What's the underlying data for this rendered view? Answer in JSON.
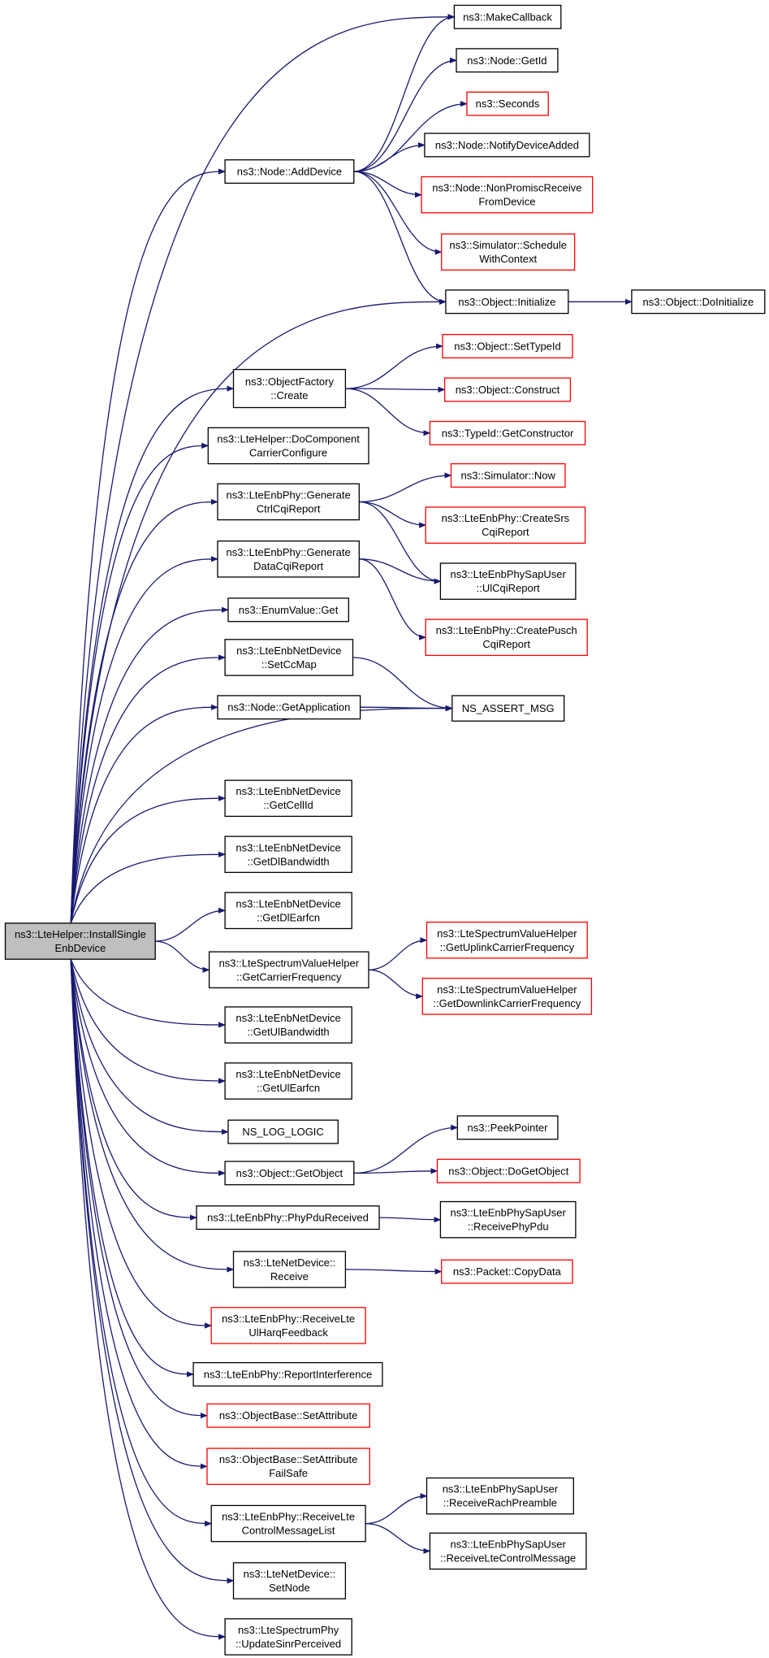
{
  "colors": {
    "edge": "#191970",
    "node_border_normal": "#000000",
    "node_border_truncated": "#ff0000",
    "root_fill": "#bfbfbf",
    "node_fill": "#ffffff"
  },
  "nodes": {
    "root": [
      "ns3::LteHelper::InstallSingle",
      "EnbDevice"
    ],
    "makecallback": [
      "ns3::MakeCallback"
    ],
    "node_getid": [
      "ns3::Node::GetId"
    ],
    "seconds": [
      "ns3::Seconds"
    ],
    "notifydeviceadded": [
      "ns3::Node::NotifyDeviceAdded"
    ],
    "nonpromisc": [
      "ns3::Node::NonPromiscReceive",
      "FromDevice"
    ],
    "schedulewithcontext": [
      "ns3::Simulator::Schedule",
      "WithContext"
    ],
    "adddevice": [
      "ns3::Node::AddDevice"
    ],
    "initialize": [
      "ns3::Object::Initialize"
    ],
    "doinitialize": [
      "ns3::Object::DoInitialize"
    ],
    "settypeid": [
      "ns3::Object::SetTypeId"
    ],
    "construct": [
      "ns3::Object::Construct"
    ],
    "getconstructor": [
      "ns3::TypeId::GetConstructor"
    ],
    "factorycreate": [
      "ns3::ObjectFactory",
      "::Create"
    ],
    "docc": [
      "ns3::LteHelper::DoComponent",
      "CarrierConfigure"
    ],
    "simnow": [
      "ns3::Simulator::Now"
    ],
    "gencqi": [
      "ns3::LteEnbPhy::Generate",
      "CtrlCqiReport"
    ],
    "createsrs": [
      "ns3::LteEnbPhy::CreateSrs",
      "CqiReport"
    ],
    "ulcqireport": [
      "ns3::LteEnbPhySapUser",
      "::UlCqiReport"
    ],
    "gendatacqi": [
      "ns3::LteEnbPhy::Generate",
      "DataCqiReport"
    ],
    "createpusch": [
      "ns3::LteEnbPhy::CreatePusch",
      "CqiReport"
    ],
    "enumget": [
      "ns3::EnumValue::Get"
    ],
    "setccmap": [
      "ns3::LteEnbNetDevice",
      "::SetCcMap"
    ],
    "getapplication": [
      "ns3::Node::GetApplication"
    ],
    "assertmsg": [
      "NS_ASSERT_MSG"
    ],
    "getcellid": [
      "ns3::LteEnbNetDevice",
      "::GetCellId"
    ],
    "getdlbw": [
      "ns3::LteEnbNetDevice",
      "::GetDlBandwidth"
    ],
    "getdlearfcn": [
      "ns3::LteEnbNetDevice",
      "::GetDlEarfcn"
    ],
    "spectrumcarrier": [
      "ns3::LteSpectrumValueHelper",
      "::GetCarrierFrequency"
    ],
    "uplinkcarrier": [
      "ns3::LteSpectrumValueHelper",
      "::GetUplinkCarrierFrequency"
    ],
    "downlinkcarrier": [
      "ns3::LteSpectrumValueHelper",
      "::GetDownlinkCarrierFrequency"
    ],
    "getulbw": [
      "ns3::LteEnbNetDevice",
      "::GetUlBandwidth"
    ],
    "getulearfcn": [
      "ns3::LteEnbNetDevice",
      "::GetUlEarfcn"
    ],
    "loglogic": [
      "NS_LOG_LOGIC"
    ],
    "peekpointer": [
      "ns3::PeekPointer"
    ],
    "getobject": [
      "ns3::Object::GetObject"
    ],
    "dogetobject": [
      "ns3::Object::DoGetObject"
    ],
    "phypdureceived": [
      "ns3::LteEnbPhy::PhyPduReceived"
    ],
    "receivephypdu": [
      "ns3::LteEnbPhySapUser",
      "::ReceivePhyPdu"
    ],
    "netdevreceive": [
      "ns3::LteNetDevice::",
      "Receive"
    ],
    "copydata": [
      "ns3::Packet::CopyData"
    ],
    "ulharq": [
      "ns3::LteEnbPhy::ReceiveLte",
      "UlHarqFeedback"
    ],
    "reportinterference": [
      "ns3::LteEnbPhy::ReportInterference"
    ],
    "setattribute": [
      "ns3::ObjectBase::SetAttribute"
    ],
    "setattributefailsafe": [
      "ns3::ObjectBase::SetAttribute",
      "FailSafe"
    ],
    "ctrlmsglist": [
      "ns3::LteEnbPhy::ReceiveLte",
      "ControlMessageList"
    ],
    "rachpreamble": [
      "ns3::LteEnbPhySapUser",
      "::ReceiveRachPreamble"
    ],
    "ltectrlmsg": [
      "ns3::LteEnbPhySapUser",
      "::ReceiveLteControlMessage"
    ],
    "setnode": [
      "ns3::LteNetDevice::",
      "SetNode"
    ],
    "updatesinr": [
      "ns3::LteSpectrumPhy",
      "::UpdateSinrPerceived"
    ]
  },
  "truncated_nodes": [
    "seconds",
    "nonpromisc",
    "schedulewithcontext",
    "settypeid",
    "construct",
    "getconstructor",
    "simnow",
    "createsrs",
    "createpusch",
    "uplinkcarrier",
    "downlinkcarrier",
    "dogetobject",
    "copydata",
    "ulharq",
    "setattribute",
    "setattributefailsafe"
  ],
  "edges": [
    [
      "root",
      "makecallback"
    ],
    [
      "root",
      "adddevice"
    ],
    [
      "root",
      "initialize"
    ],
    [
      "root",
      "factorycreate"
    ],
    [
      "root",
      "docc"
    ],
    [
      "root",
      "gencqi"
    ],
    [
      "root",
      "gendatacqi"
    ],
    [
      "root",
      "enumget"
    ],
    [
      "root",
      "setccmap"
    ],
    [
      "root",
      "getapplication"
    ],
    [
      "root",
      "assertmsg"
    ],
    [
      "root",
      "getcellid"
    ],
    [
      "root",
      "getdlbw"
    ],
    [
      "root",
      "getdlearfcn"
    ],
    [
      "root",
      "spectrumcarrier"
    ],
    [
      "root",
      "getulbw"
    ],
    [
      "root",
      "getulearfcn"
    ],
    [
      "root",
      "loglogic"
    ],
    [
      "root",
      "getobject"
    ],
    [
      "root",
      "phypdureceived"
    ],
    [
      "root",
      "netdevreceive"
    ],
    [
      "root",
      "ulharq"
    ],
    [
      "root",
      "reportinterference"
    ],
    [
      "root",
      "setattribute"
    ],
    [
      "root",
      "setattributefailsafe"
    ],
    [
      "root",
      "ctrlmsglist"
    ],
    [
      "root",
      "setnode"
    ],
    [
      "root",
      "updatesinr"
    ],
    [
      "adddevice",
      "makecallback"
    ],
    [
      "adddevice",
      "node_getid"
    ],
    [
      "adddevice",
      "seconds"
    ],
    [
      "adddevice",
      "notifydeviceadded"
    ],
    [
      "adddevice",
      "nonpromisc"
    ],
    [
      "adddevice",
      "schedulewithcontext"
    ],
    [
      "adddevice",
      "initialize"
    ],
    [
      "initialize",
      "doinitialize"
    ],
    [
      "factorycreate",
      "settypeid"
    ],
    [
      "factorycreate",
      "construct"
    ],
    [
      "factorycreate",
      "getconstructor"
    ],
    [
      "gencqi",
      "simnow"
    ],
    [
      "gencqi",
      "createsrs"
    ],
    [
      "gencqi",
      "ulcqireport"
    ],
    [
      "gendatacqi",
      "ulcqireport"
    ],
    [
      "gendatacqi",
      "createpusch"
    ],
    [
      "setccmap",
      "assertmsg"
    ],
    [
      "getapplication",
      "assertmsg"
    ],
    [
      "spectrumcarrier",
      "uplinkcarrier"
    ],
    [
      "spectrumcarrier",
      "downlinkcarrier"
    ],
    [
      "getobject",
      "peekpointer"
    ],
    [
      "getobject",
      "dogetobject"
    ],
    [
      "phypdureceived",
      "receivephypdu"
    ],
    [
      "netdevreceive",
      "copydata"
    ],
    [
      "ctrlmsglist",
      "rachpreamble"
    ],
    [
      "ctrlmsglist",
      "ltectrlmsg"
    ]
  ]
}
